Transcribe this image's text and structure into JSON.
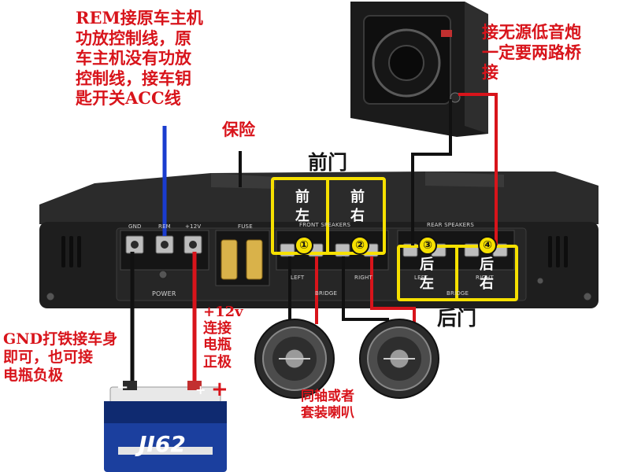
{
  "annotations": {
    "rem_note": [
      "REM接原车主机",
      "功放控制线，原",
      "车主机没有功放",
      "控制线，接车钥",
      "匙开关ACC线"
    ],
    "fuse_label": "保险",
    "subwoofer_note": [
      "接无源低音炮",
      "一定要两路桥",
      "接"
    ],
    "front_door": "前门",
    "rear_door": "后门",
    "gnd_note": [
      "GND打铁接车身",
      "即可，也可接",
      "电瓶负极"
    ],
    "plus12v_note": [
      "+12v",
      "连接",
      "电瓶",
      "正极"
    ],
    "speaker_note": [
      "同轴或者",
      "套装喇叭"
    ]
  },
  "channels": {
    "front_left": [
      "前",
      "左"
    ],
    "front_right": [
      "前",
      "右"
    ],
    "rear_left": [
      "后",
      "左"
    ],
    "rear_right": [
      "后",
      "右"
    ]
  },
  "channel_numbers": [
    "①",
    "②",
    "③",
    "④"
  ],
  "amp_labels": {
    "gnd": "GND",
    "rem": "REM",
    "plus12v": "+12V",
    "fuse": "FUSE",
    "front_speakers": "FRONT SPEAKERS",
    "rear_speakers": "REAR SPEAKERS",
    "power": "POWER",
    "left": "LEFT",
    "right": "RIGHT",
    "bridge": "BRIDGE"
  },
  "battery": {
    "model": "JI62",
    "plus": "+",
    "minus": "−"
  },
  "colors": {
    "annotation_red": "#d8141b",
    "highlight_yellow": "#f6e000",
    "wire_blue": "#1a3ccf",
    "wire_black": "#111111",
    "battery_blue": "#1b3f9e",
    "amp_body": "#1e1e1e"
  }
}
